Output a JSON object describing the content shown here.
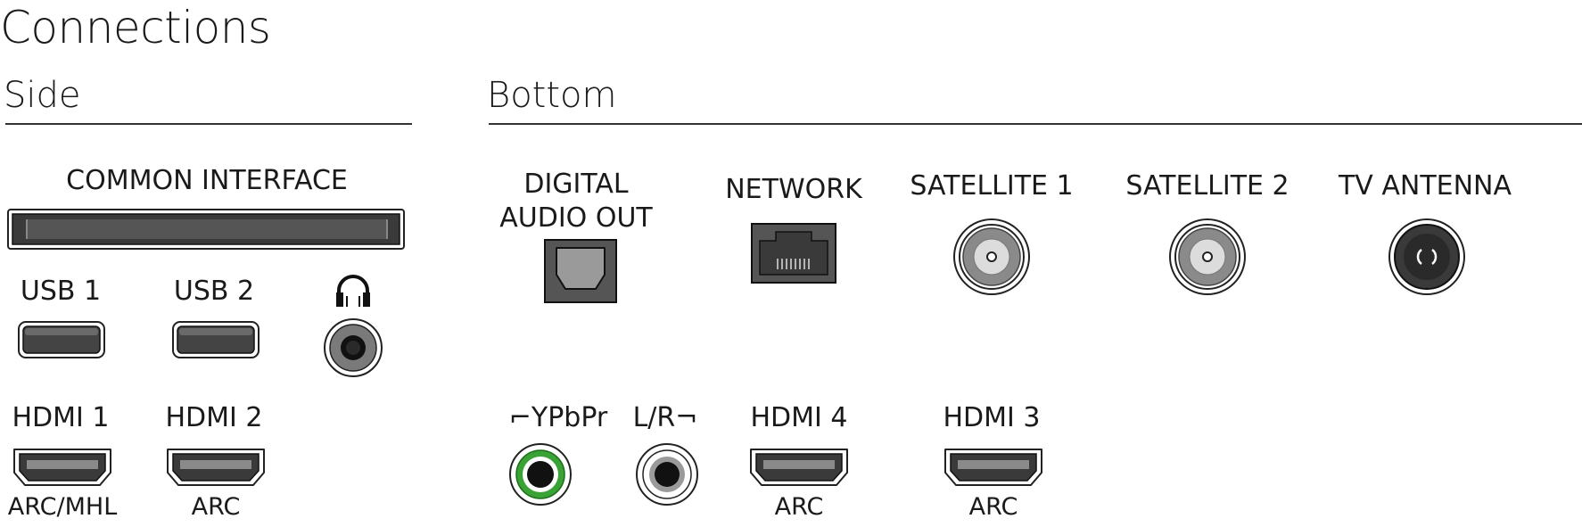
{
  "title": "Connections",
  "side": {
    "heading": "Side",
    "common_interface": "COMMON INTERFACE",
    "usb1": "USB 1",
    "usb2": "USB 2",
    "hdmi1": "HDMI 1",
    "hdmi1_sub": "ARC/MHL",
    "hdmi2": "HDMI 2",
    "hdmi2_sub": "ARC",
    "headphones_icon": "headphones-icon"
  },
  "bottom": {
    "heading": "Bottom",
    "digital_audio_out_line1": "DIGITAL",
    "digital_audio_out_line2": "AUDIO OUT",
    "network": "NETWORK",
    "satellite1": "SATELLITE 1",
    "satellite2": "SATELLITE 2",
    "tv_antenna": "TV ANTENNA",
    "ypbpr": "⌐YPbPr",
    "lr": "L/R¬",
    "hdmi4": "HDMI 4",
    "hdmi4_sub": "ARC",
    "hdmi3": "HDMI 3",
    "hdmi3_sub": "ARC"
  },
  "colors": {
    "ink": "#1a1a1a",
    "port_fill": "#444444",
    "ypbpr_green": "#3aa335"
  }
}
